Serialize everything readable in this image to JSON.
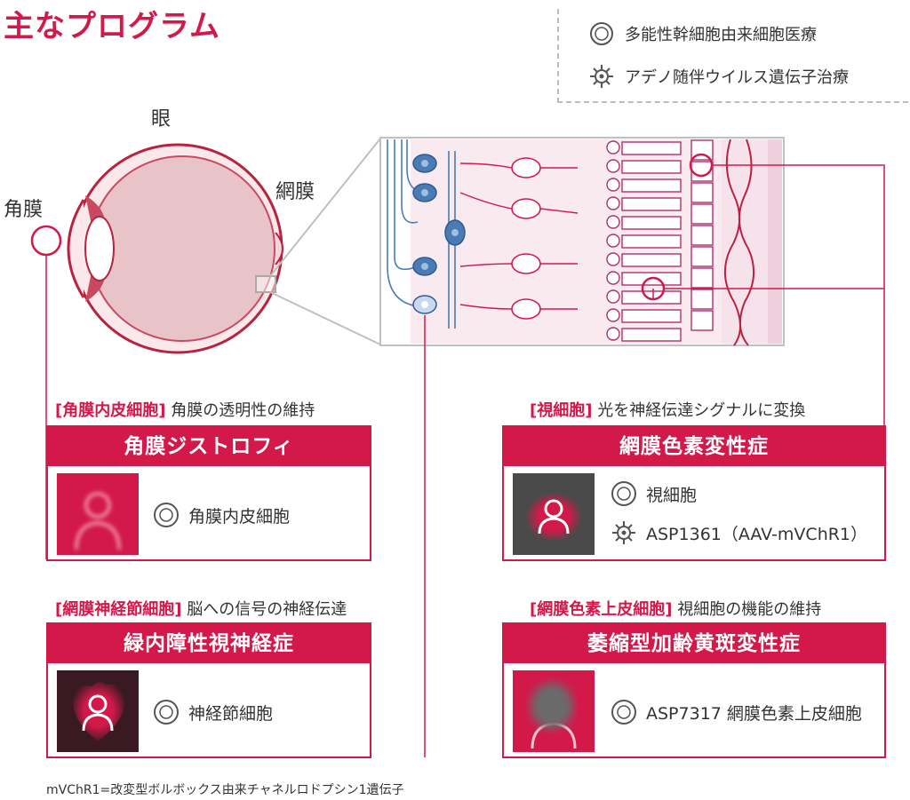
{
  "title": "主なプログラム",
  "legend": {
    "stem_cell": "多能性幹細胞由来細胞医療",
    "gene_therapy": "アデノ随伴ウイルス遺伝子治療"
  },
  "anatomy": {
    "eye": "眼",
    "cornea": "角膜",
    "retina": "網膜"
  },
  "cards": [
    {
      "cell_type": "角膜内皮細胞",
      "description": "角膜の透明性の維持",
      "disease": "角膜ジストロフィ",
      "items": [
        "角膜内皮細胞"
      ]
    },
    {
      "cell_type": "視細胞",
      "description": "光を神経伝達シグナルに変換",
      "disease": "網膜色素変性症",
      "items": [
        "視細胞",
        "ASP1361（AAV-mVChR1）"
      ]
    },
    {
      "cell_type": "網膜神経節細胞",
      "description": "脳への信号の神経伝達",
      "disease": "緑内障性視神経症",
      "items": [
        "神経節細胞"
      ]
    },
    {
      "cell_type": "網膜色素上皮細胞",
      "description": "視細胞の機能の維持",
      "disease": "萎縮型加齢黄斑変性症",
      "items": [
        "ASP7317 網膜色素上皮細胞"
      ]
    }
  ],
  "footnote": "mVChR1=改変型ボルボックス由来チャネルロドプシン1遺伝子",
  "colors": {
    "accent": "#d2194a",
    "eye_fill": "#e8c4c8",
    "retina_bg": "#f9eaf0",
    "ganglion": "#4a7bb5"
  }
}
